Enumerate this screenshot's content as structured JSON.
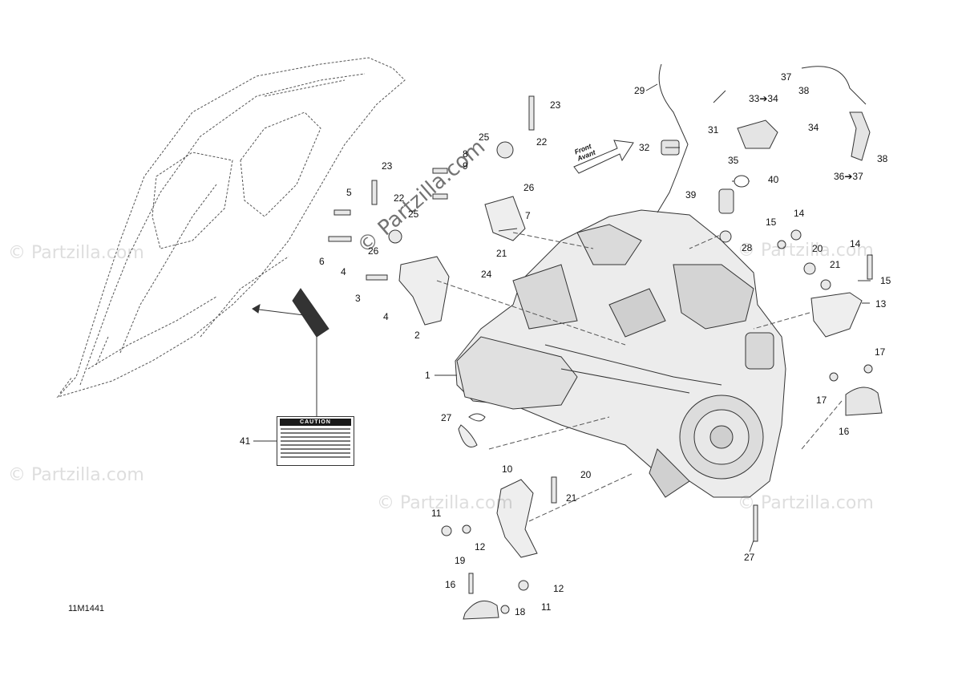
{
  "watermark": {
    "site": "© Partzilla.com",
    "center": "© Partzilla.com"
  },
  "figure_code": "11M1441",
  "front_label": [
    "Front",
    "Avant"
  ],
  "caution_label": {
    "heading": "CAUTION"
  },
  "callouts": {
    "c1": "1",
    "c2": "2",
    "c3": "3",
    "c4a": "4",
    "c4b": "4",
    "c5": "5",
    "c6": "6",
    "c7": "7",
    "c8": "8",
    "c9": "9",
    "c10": "10",
    "c11a": "11",
    "c11b": "11",
    "c12a": "12",
    "c12b": "12",
    "c13": "13",
    "c14a": "14",
    "c14b": "14",
    "c15a": "15",
    "c15b": "15",
    "c16a": "16",
    "c16b": "16",
    "c17a": "17",
    "c17b": "17",
    "c18": "18",
    "c19": "19",
    "c20a": "20",
    "c20b": "20",
    "c21a": "21",
    "c21b": "21",
    "c21c": "21",
    "c22a": "22",
    "c22b": "22",
    "c23a": "23",
    "c23b": "23",
    "c24": "24",
    "c25a": "25",
    "c25b": "25",
    "c26a": "26",
    "c26b": "26",
    "c27a": "27",
    "c27b": "27",
    "c28": "28",
    "c29": "29",
    "c31": "31",
    "c32": "32",
    "c33": "33➔34",
    "c34": "34",
    "c35": "35",
    "c36": "36➔37",
    "c37": "37",
    "c38a": "38",
    "c38b": "38",
    "c39": "39",
    "c40": "40",
    "c41": "41"
  }
}
